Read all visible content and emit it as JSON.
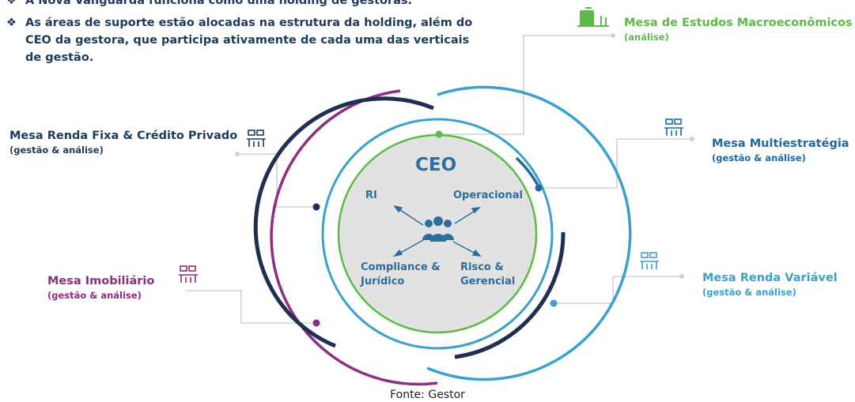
{
  "bullets": [
    {
      "mark": "❖",
      "text": "A Nova Vanguarda funciona como uma holding de gestoras."
    },
    {
      "mark": "❖",
      "text": "As áreas de suporte estão alocadas na estrutura da holding, além do CEO da gestora, que participa ativamente de cada uma das verticais de gestão."
    }
  ],
  "center": {
    "title": "CEO",
    "items": [
      "RI",
      "Operacional",
      "Compliance &",
      "Jurídico",
      "Risco &",
      "Gerencial"
    ]
  },
  "desks": {
    "macro": {
      "title": "Mesa de Estudos Macroeconômicos",
      "sub": "(análise)"
    },
    "rf": {
      "title": "Mesa Renda Fixa & Crédito Privado",
      "sub": "(gestão & análise)"
    },
    "multi": {
      "title": "Mesa Multiestratégia",
      "sub": "(gestão & análise)"
    },
    "imob": {
      "title": "Mesa Imobiliário",
      "sub": "(gestão & análise)"
    },
    "rv": {
      "title": "Mesa Renda Variável",
      "sub": "(gestão & análise)"
    }
  },
  "colors": {
    "navy": "#1f3b5c",
    "green": "#5cba47",
    "purple": "#8e2d82",
    "lightblue": "#3aa0cd",
    "blue": "#1c6aa0",
    "darknavy": "#1f2f52",
    "grey": "#e2e2e2"
  },
  "footer": "Fonte: Gestor"
}
